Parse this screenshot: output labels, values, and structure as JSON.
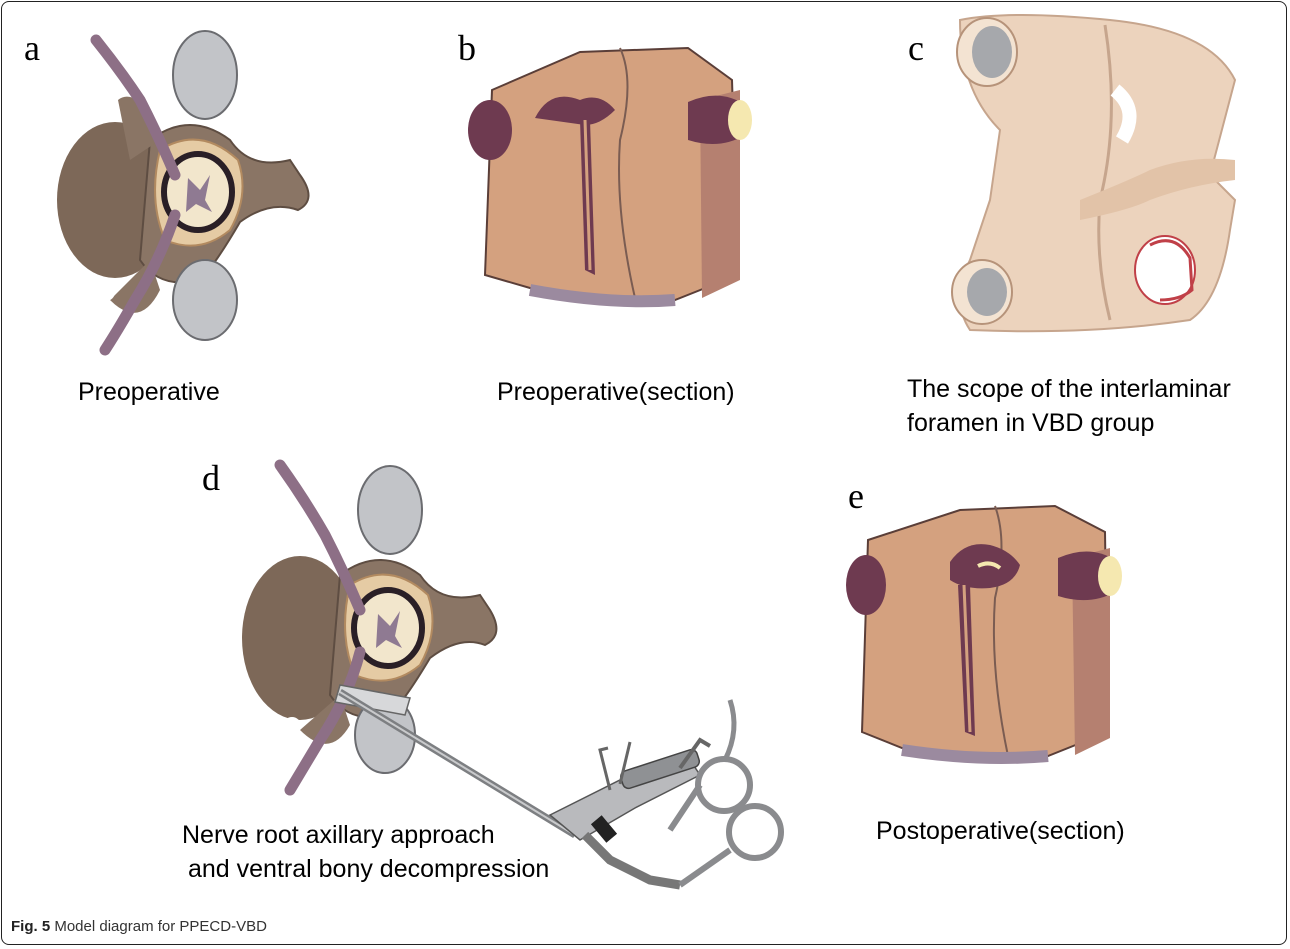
{
  "panels": {
    "a": {
      "letter": "a",
      "caption": "Preoperative"
    },
    "b": {
      "letter": "b",
      "caption": "Preoperative(section)"
    },
    "c": {
      "letter": "c",
      "caption_line1": "The scope of the interlaminar",
      "caption_line2": "foramen in VBD group"
    },
    "d": {
      "letter": "d",
      "caption_line1": "Nerve root axillary approach",
      "caption_line2": "and ventral bony decompression"
    },
    "e": {
      "letter": "e",
      "caption": "Postoperative(section)"
    }
  },
  "figure_caption": {
    "label": "Fig. 5",
    "text": "Model diagram for PPECD-VBD"
  },
  "colors": {
    "bone": "#8a7565",
    "bone_dark": "#5e4d42",
    "disc": "#e5cba4",
    "nerve": "#8d6f86",
    "cartilage": "#c2c4c8",
    "section_tissue": "#d4a17f",
    "section_vessel": "#6e3a50",
    "lamina": "#ecd3bd"
  }
}
